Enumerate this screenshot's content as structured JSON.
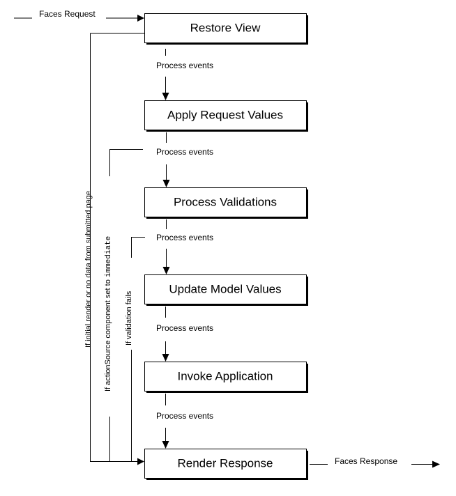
{
  "phases": [
    "Restore View",
    "Apply Request Values",
    "Process Validations",
    "Update Model Values",
    "Invoke Application",
    "Render Response"
  ],
  "events_label": "Process events",
  "faces_request_label": "Faces Request",
  "faces_response_label": "Faces Response",
  "side_labels": {
    "initial_render": "If initial render or no data from submitted page",
    "action_source_prefix": "If actionSource component set to ",
    "action_source_code": "immediate",
    "validation_fails": "If validation fails"
  }
}
